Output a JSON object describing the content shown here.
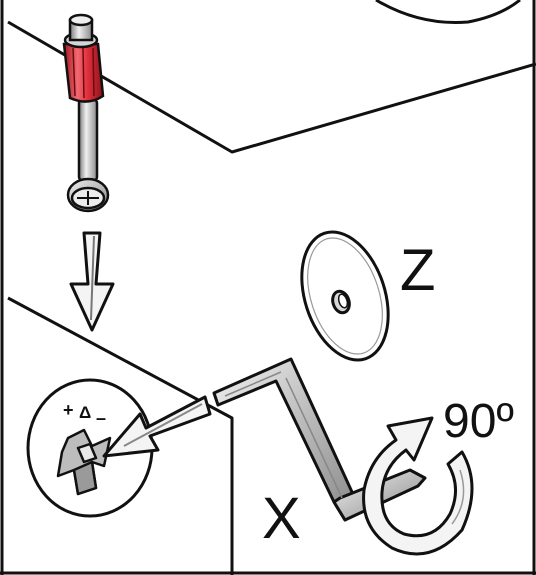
{
  "labels": {
    "z": "Z",
    "x": "X",
    "angle": "90º",
    "plus": "+",
    "triangle": "Δ",
    "minus": "–"
  },
  "colors": {
    "outline": "#111111",
    "background": "#ffffff",
    "pin_red": "#e0313c",
    "pin_red_dark": "#a3161f",
    "metal_light": "#eeeeee",
    "metal_mid": "#c4c4c4",
    "metal_dark": "#7a7a7a"
  },
  "icons": {
    "pin": "cam-pin-icon",
    "down_arrow": "down-arrow-icon",
    "insert_arrow": "insert-arrow-icon",
    "washer": "washer-icon",
    "hex_key": "hex-key-icon",
    "rotate": "rotate-arrow-icon"
  }
}
